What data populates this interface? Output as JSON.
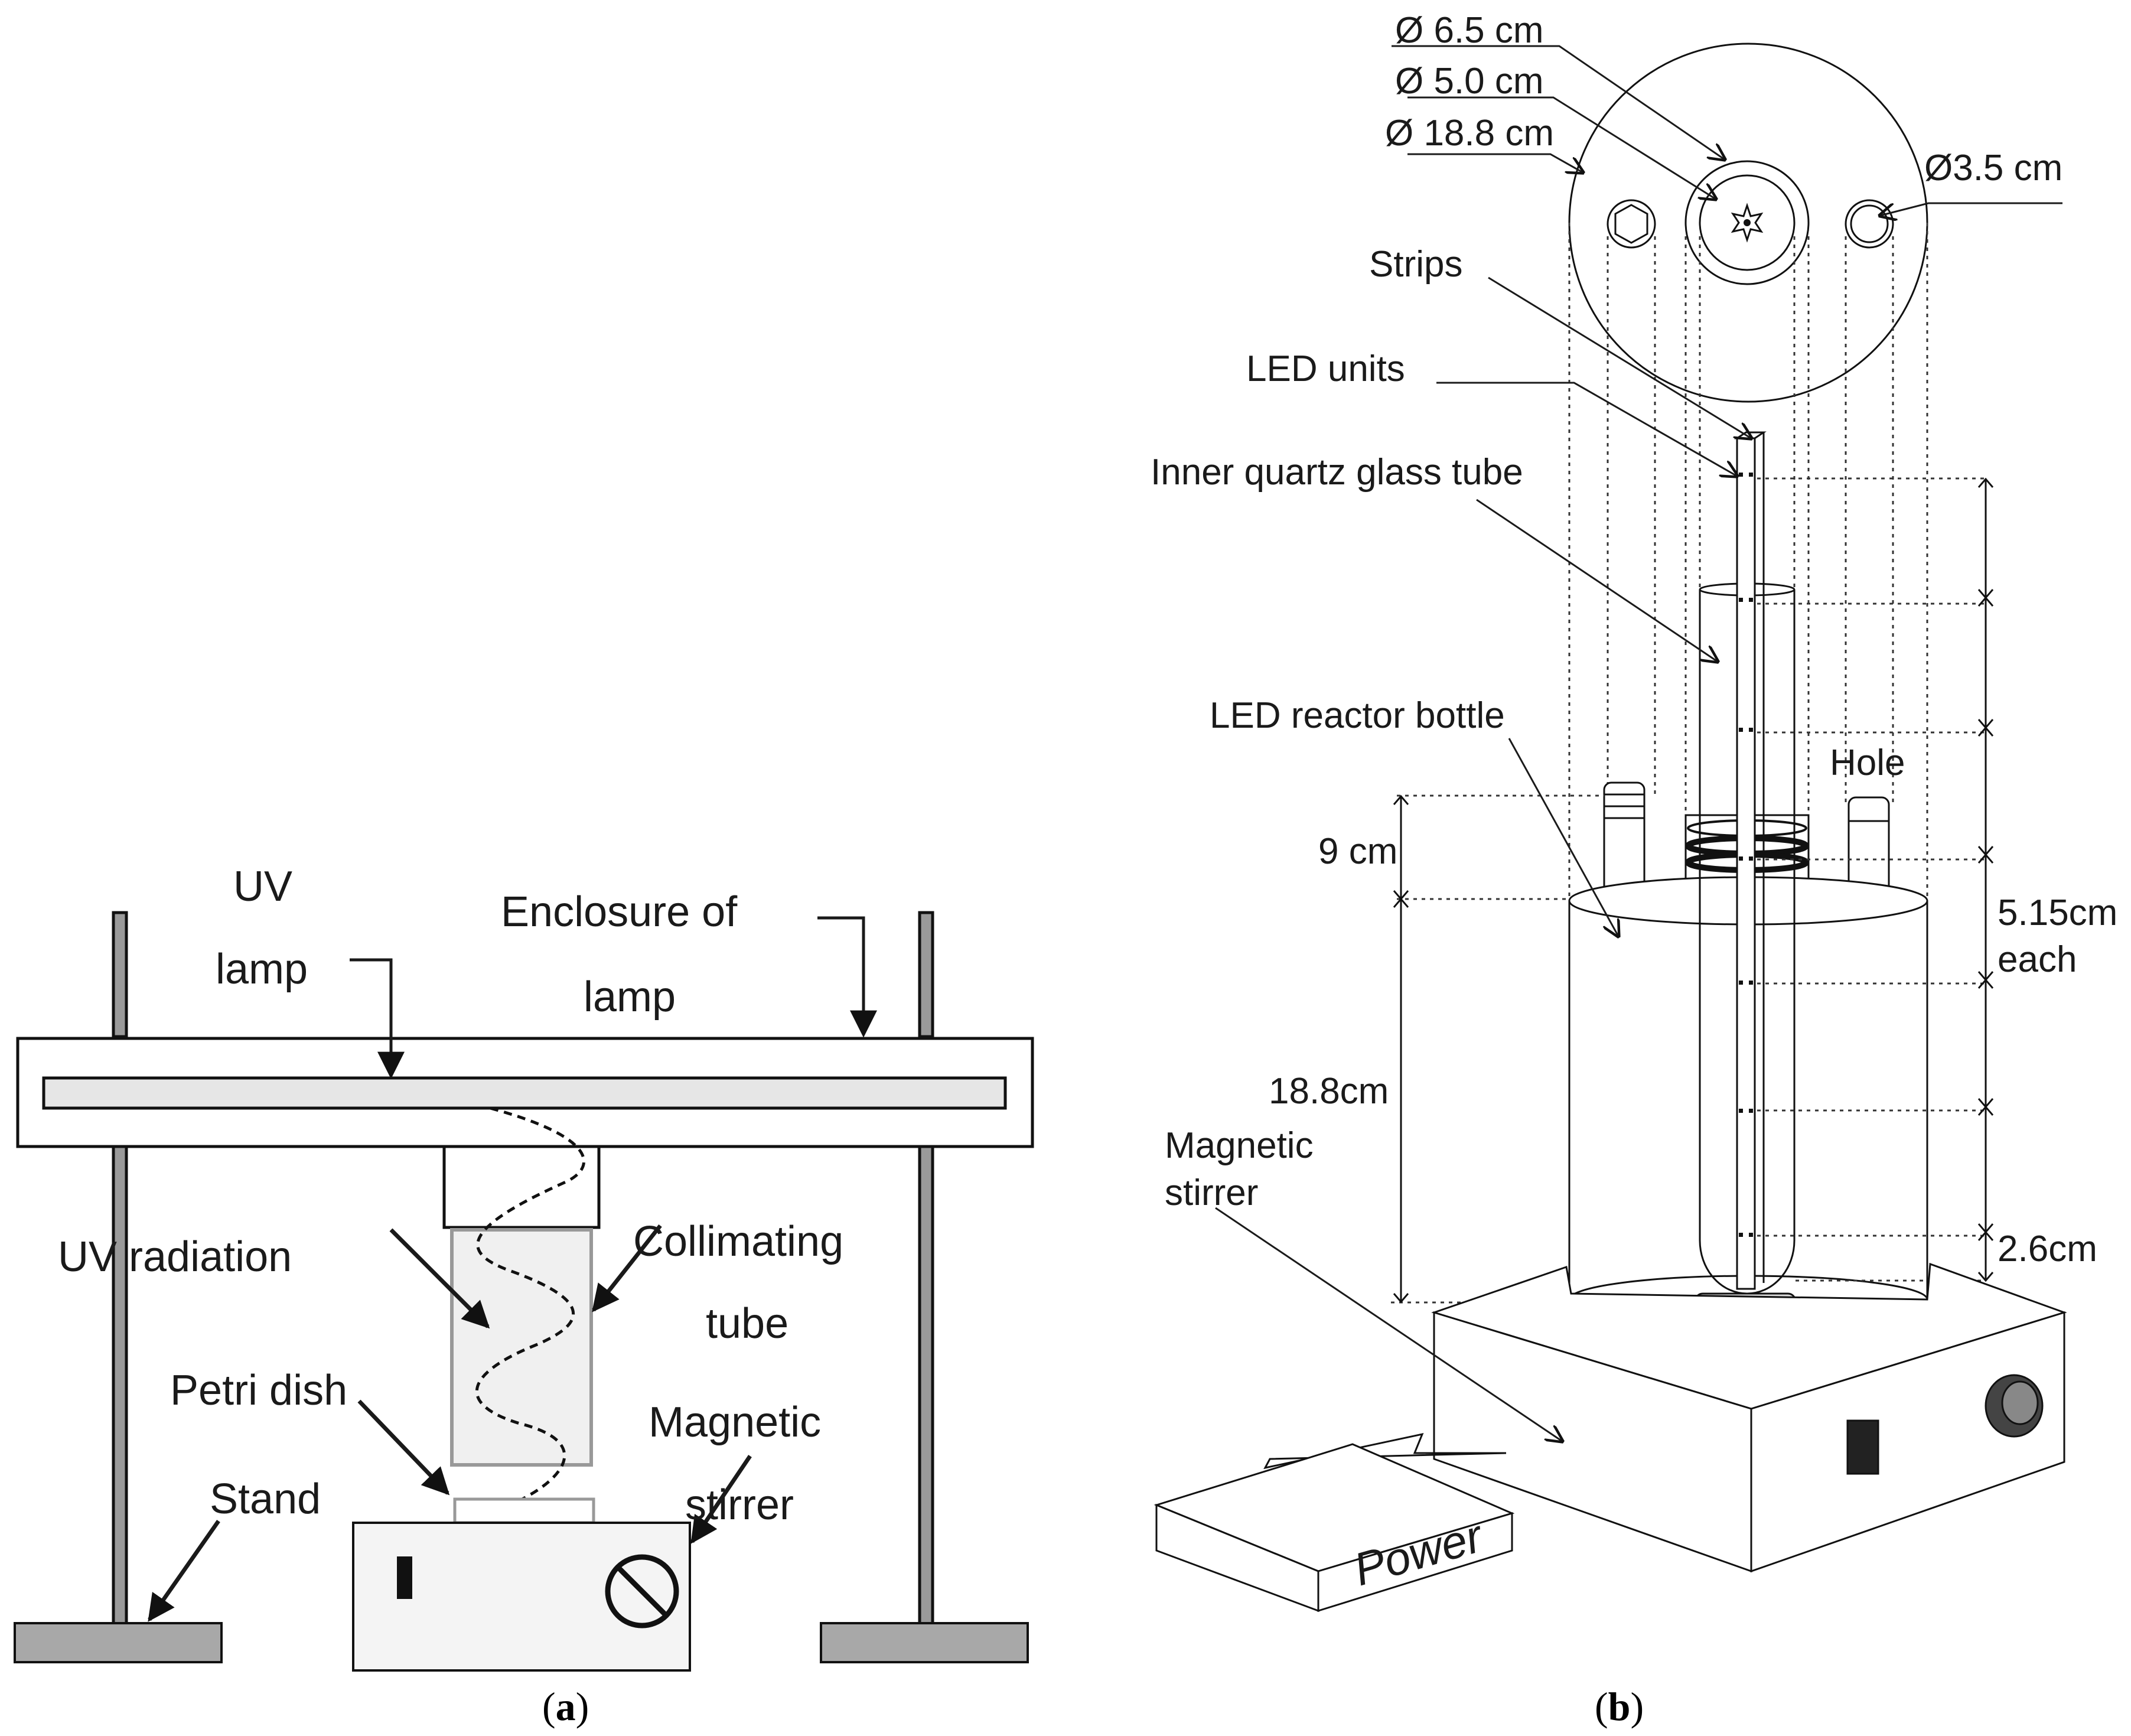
{
  "panel_a": {
    "caption_letter": "a",
    "labels": {
      "uv_lamp_line1": "UV",
      "uv_lamp_line2": "lamp",
      "enclosure_line1": "Enclosure of",
      "enclosure_line2": "lamp",
      "uv_radiation": "UV radiation",
      "collimating_line1": "Collimating",
      "collimating_line2": "tube",
      "petri_dish": "Petri dish",
      "magnetic_line1": "Magnetic",
      "magnetic_line2": "stirrer",
      "stand": "Stand"
    }
  },
  "panel_b": {
    "caption_letter": "b",
    "labels": {
      "dia_inner": "Ø 6.5 cm",
      "dia_quartz": "Ø 5.0 cm",
      "dia_bottle": "Ø 18.8 cm",
      "dia_hole": "Ø3.5 cm",
      "strips": "Strips",
      "led_units": "LED units",
      "inner_tube": "Inner quartz glass tube",
      "reactor_bottle": "LED reactor bottle",
      "hole": "Hole",
      "neck_height": "9 cm",
      "bottle_height": "18.8cm",
      "spacing_line1": "5.15cm",
      "spacing_line2": "each",
      "bottom_gap": "2.6cm",
      "magnetic_line1": "Magnetic",
      "magnetic_line2": "stirrer",
      "power": "Power"
    }
  },
  "colors": {
    "stand": "#9a9a9a",
    "lamp_tube": "#e6e6e6",
    "collimator": "#f0f0f0",
    "line": "#1a1a1a"
  }
}
